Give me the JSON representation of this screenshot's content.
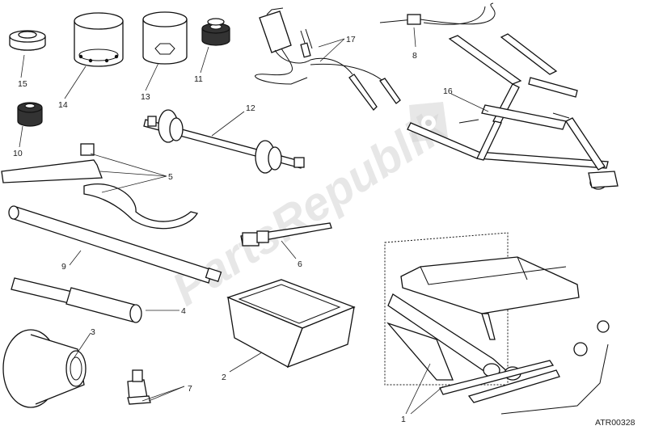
{
  "watermark": "PartsRepublik",
  "drawing_code": "ATR00328",
  "callouts": {
    "c1": "1",
    "c2": "2",
    "c3": "3",
    "c4": "4",
    "c5": "5",
    "c6": "6",
    "c7": "7",
    "c8": "8",
    "c9": "9",
    "c10": "10",
    "c11": "11",
    "c12": "12",
    "c13": "13",
    "c14": "14",
    "c15": "15",
    "c16": "16",
    "c17": "17"
  },
  "icons": {
    "watermark_logo": "gear-icon"
  },
  "colors": {
    "line": "#111111",
    "watermark": "#d4d4d4",
    "background": "#ffffff"
  }
}
